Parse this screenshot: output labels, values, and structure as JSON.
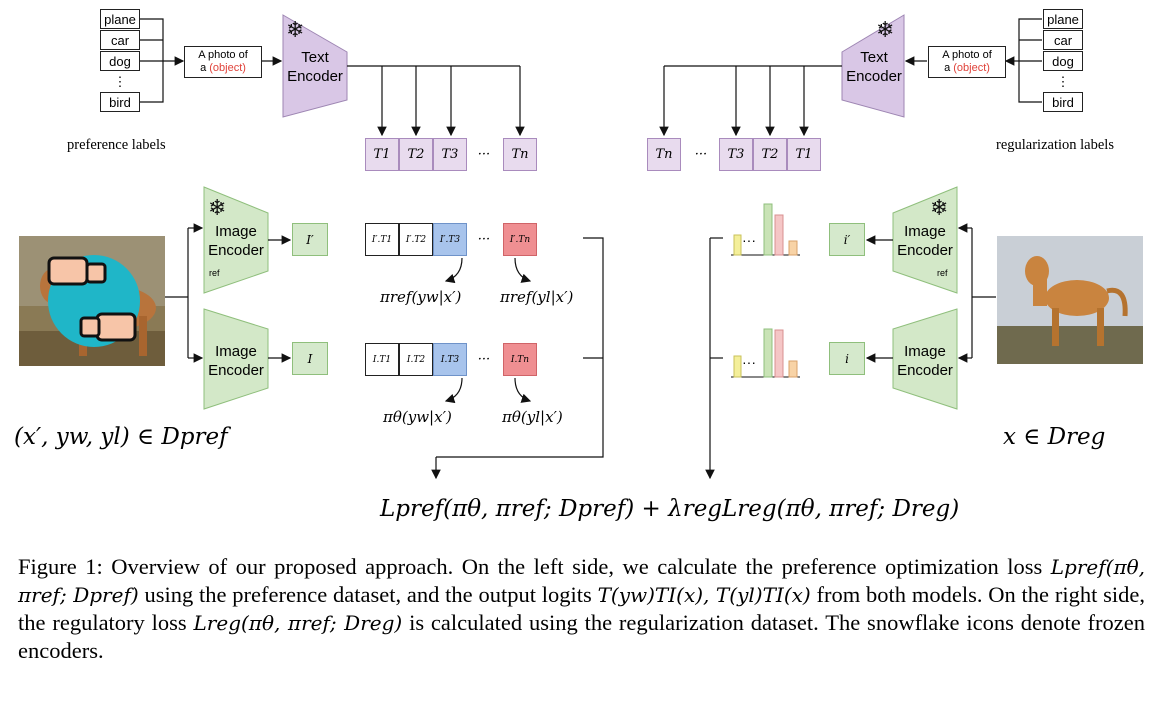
{
  "class_labels": [
    "plane",
    "car",
    "dog",
    "⋮",
    "bird"
  ],
  "prompt": {
    "line1": "A photo of",
    "line2_prefix": "a ",
    "object": "(object)"
  },
  "text_encoder": {
    "line1": "Text",
    "line2": "Encoder"
  },
  "image_encoder": {
    "line1": "Image",
    "line2": "Encoder",
    "ref_tag": "ref"
  },
  "side_labels": {
    "left": "preference labels",
    "right": "regularization labels"
  },
  "left_tokens": [
    "T1",
    "T2",
    "T3",
    "···",
    "Tn"
  ],
  "right_tokens": [
    "Tn",
    "···",
    "T3",
    "T2",
    "T1"
  ],
  "left_features": {
    "ref": "I′",
    "theta": "I"
  },
  "right_features": {
    "ref": "i′",
    "theta": "i"
  },
  "logits_ref": [
    "I′.T1",
    "I′.T2",
    "I′.T3",
    "···",
    "I′.Tn"
  ],
  "logits_theta": [
    "I.T1",
    "I.T2",
    "I.T3",
    "···",
    "I.Tn"
  ],
  "probabilities": {
    "ref_w": "πref(yw|x′)",
    "ref_l": "πref(yl|x′)",
    "theta_w": "πθ(yw|x′)",
    "theta_l": "πθ(yl|x′)"
  },
  "dataset_labels": {
    "left": "(x′, yw, yl) ∈ Dpref",
    "right": "x ∈ Dreg"
  },
  "loss": "Lpref(πθ, πref; Dpref) + λregLreg(πθ, πref; Dreg)",
  "histogram_dots": "···",
  "caption": {
    "p1": "Figure 1:  Overview of our proposed approach.  On the left side, we calculate the preference optimization loss ",
    "m1": "Lpref(πθ, πref; Dpref)",
    "p2": " using the preference dataset, and the output logits ",
    "m2": "T(yw)TI(x), T(yl)TI(x)",
    "p3": " from both models.  On the right side, the regulatory loss ",
    "m3": "Lreg(πθ, πref; Dreg)",
    "p4": " is calculated using the regularization dataset. The snowflake icons denote frozen encoders."
  },
  "colors": {
    "encoder_text": "#d9c7e6",
    "encoder_image": "#d3e8c8",
    "token": "#e8dbee",
    "logit_blue": "#a8c4ec",
    "logit_red": "#ef8f92",
    "hist_yellow": "#f4ef9a",
    "hist_green": "#c9e3b6",
    "hist_pink": "#f5c6c6",
    "hist_orange": "#f8d3a6",
    "prompt_object": "#e0423a"
  },
  "icons": [
    "snowflake-icon",
    "thumbs-down-icon",
    "thumbs-up-icon"
  ]
}
